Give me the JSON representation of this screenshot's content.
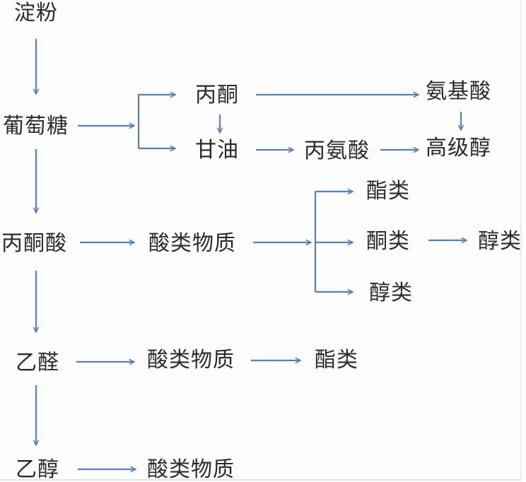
{
  "diagram": {
    "title": "",
    "line_color": "#5b7fb5",
    "text_color": "#2a2a2a",
    "nodes": {
      "starch": "淀粉",
      "glucose": "葡萄糖",
      "acetone": "丙酮",
      "glycerol": "甘油",
      "amino_acid": "氨基酸",
      "alanine": "丙氨酸",
      "higher_alcohol": "高级醇",
      "pyruvate": "丙酮酸",
      "acids_1": "酸类物质",
      "esters_1": "酯类",
      "ketones": "酮类",
      "alcohols_1": "醇类",
      "alcohols_2": "醇类",
      "acetaldehyde": "乙醛",
      "acids_2": "酸类物质",
      "esters_2": "酯类",
      "ethanol": "乙醇",
      "acids_3": "酸类物质"
    },
    "edges": [
      {
        "from": "starch",
        "to": "glucose"
      },
      {
        "from": "glucose",
        "to": "acetone"
      },
      {
        "from": "glucose",
        "to": "glycerol"
      },
      {
        "from": "acetone",
        "to": "glycerol"
      },
      {
        "from": "acetone",
        "to": "amino_acid"
      },
      {
        "from": "glycerol",
        "to": "alanine"
      },
      {
        "from": "alanine",
        "to": "higher_alcohol"
      },
      {
        "from": "amino_acid",
        "to": "higher_alcohol"
      },
      {
        "from": "glucose",
        "to": "pyruvate"
      },
      {
        "from": "pyruvate",
        "to": "acids_1"
      },
      {
        "from": "acids_1",
        "to": "esters_1"
      },
      {
        "from": "acids_1",
        "to": "ketones"
      },
      {
        "from": "acids_1",
        "to": "alcohols_2"
      },
      {
        "from": "ketones",
        "to": "alcohols_1"
      },
      {
        "from": "pyruvate",
        "to": "acetaldehyde"
      },
      {
        "from": "acetaldehyde",
        "to": "acids_2"
      },
      {
        "from": "acids_2",
        "to": "esters_2"
      },
      {
        "from": "acetaldehyde",
        "to": "ethanol"
      },
      {
        "from": "ethanol",
        "to": "acids_3"
      }
    ]
  }
}
